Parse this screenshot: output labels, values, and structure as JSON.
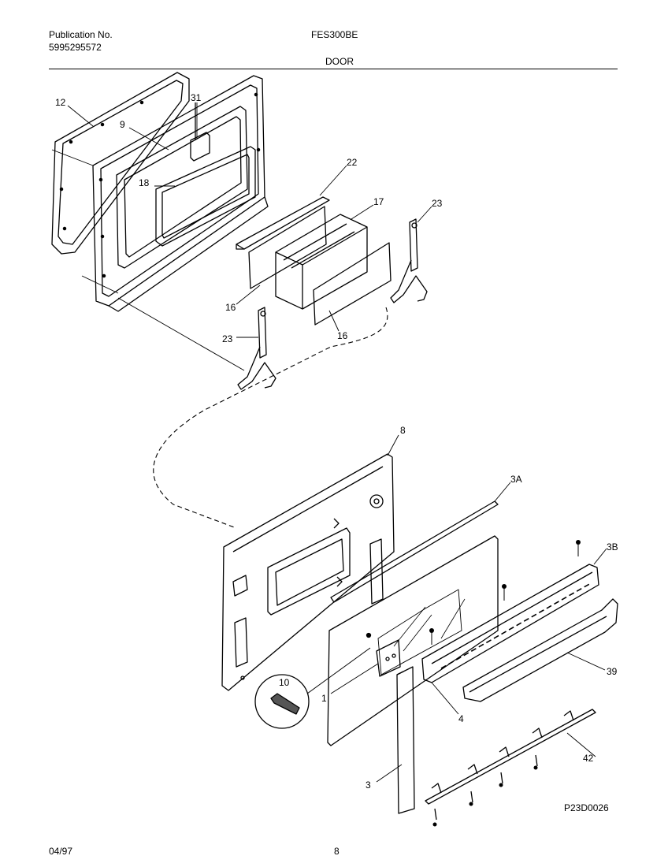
{
  "header": {
    "publication_label": "Publication No.",
    "publication_number": "5995295572",
    "model": "FES300BE",
    "section": "DOOR"
  },
  "callouts": {
    "c12": "12",
    "c9": "9",
    "c31": "31",
    "c18": "18",
    "c22": "22",
    "c17": "17",
    "c23a": "23",
    "c16a": "16",
    "c16b": "16",
    "c23b": "23",
    "c8": "8",
    "c3a": "3A",
    "c3b": "3B",
    "c10": "10",
    "c1": "1",
    "c39": "39",
    "c4": "4",
    "c42": "42",
    "c3": "3"
  },
  "drawing_code": "P23D0026",
  "footer": {
    "date": "04/97",
    "page": "8"
  }
}
